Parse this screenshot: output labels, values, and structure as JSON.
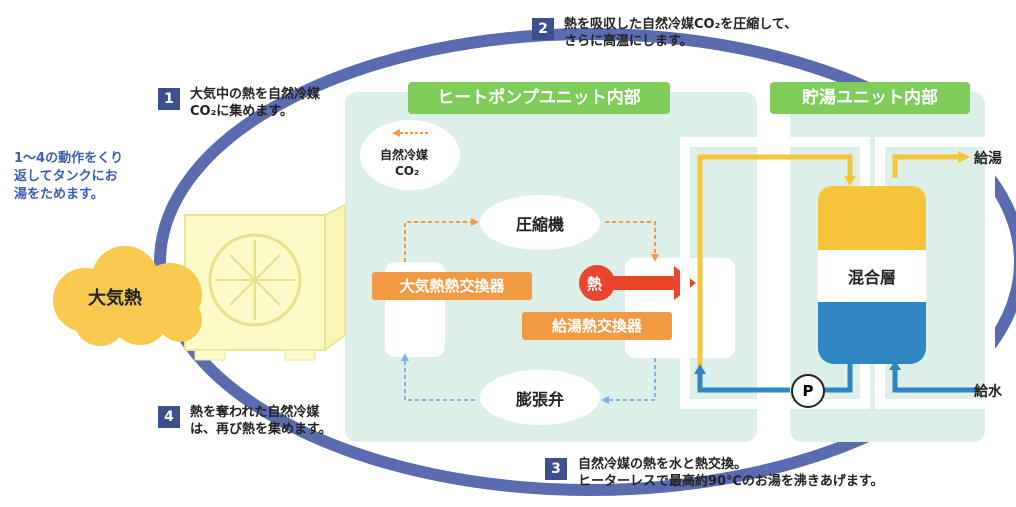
{
  "steps": [
    {
      "num": "1",
      "line1": "大気中の熱を自然冷媒",
      "line2": "CO₂に集めます。"
    },
    {
      "num": "2",
      "line1": "熱を吸収した自然冷媒CO₂を圧縮して、",
      "line2": "さらに高温にします。"
    },
    {
      "num": "3",
      "line1": "自然冷媒の熱を水と熱交換。",
      "line2": "ヒーターレスで最高約90℃のお湯を沸きあげます。"
    },
    {
      "num": "4",
      "line1": "熱を奪われた自然冷媒",
      "line2": "は、再び熱を集めます。"
    }
  ],
  "side_note": {
    "line1": "1〜4の動作をくり",
    "line2": "返してタンクにお",
    "line3": "湯をためます。"
  },
  "headers": {
    "heatpump": "ヒートポンプユニット内部",
    "storage": "貯湯ユニット内部"
  },
  "refrigerant_legend": {
    "line1": "自然冷媒",
    "line2": "CO₂"
  },
  "cloud_label": "大気熱",
  "components": {
    "compressor": "圧縮機",
    "expansion_valve": "膨張弁",
    "air_exchanger": "大気熱熱交換器",
    "water_exchanger": "給湯熱交換器",
    "heat": "熱",
    "mixing_layer": "混合層",
    "pump": "P",
    "hot_water_out": "給湯",
    "water_in": "給水"
  },
  "colors": {
    "ellipse": "#5a6bb0",
    "panel": "#dcefe8",
    "header_green": "#7fcc5a",
    "orange": "#f29a43",
    "heat_red": "#e8452c",
    "hot_yellow": "#f6c53b",
    "cold_blue": "#2f86c0",
    "cloud": "#f9c84e"
  }
}
